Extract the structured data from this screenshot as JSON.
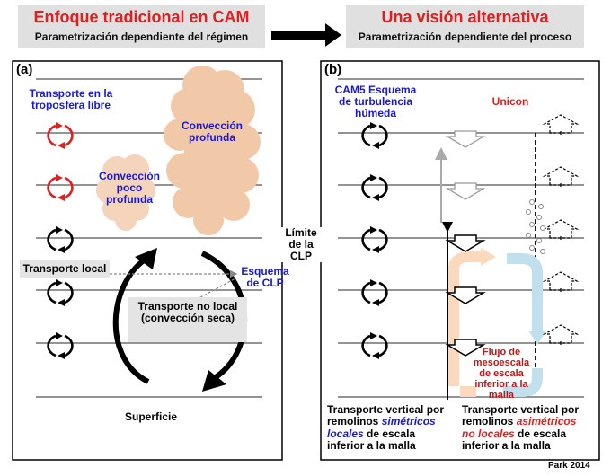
{
  "header": {
    "left_title": "Enfoque tradicional en CAM",
    "left_subtitle": "Parametrización dependiente del régimen",
    "right_title": "Una visión alternativa",
    "right_subtitle": "Parametrización dependiente del proceso"
  },
  "left_panel": {
    "label": "(a)",
    "free_troposphere": "Transporte en la troposfera libre",
    "deep_convection": "Convección profunda",
    "shallow_convection": "Convección poco profunda",
    "local_transport": "Transporte local",
    "pbl_scheme": "Esquema de CLP",
    "nonlocal_transport": "Transporte no local (convección seca)",
    "surface": "Superficie"
  },
  "middle": {
    "pbl_top": "Límite de la CLP"
  },
  "right_panel": {
    "label": "(b)",
    "cam5_scheme": "CAM5 Esquema de turbulencia húmeda",
    "unicon": "Unicon",
    "mesoscale_flow": "Flujo de mesoescala de escala inferior a la malla",
    "caption_symmetric": {
      "line1": "Transporte vertical por",
      "line2_pre": "remolinos ",
      "line2_em": "simétricos",
      "line3_em": "locales",
      "line3_post": " de escala",
      "line4": "inferior a la malla"
    },
    "caption_asymmetric": {
      "line1": "Transporte vertical por",
      "line2_pre": "remolinos ",
      "line2_em": "asimétricos",
      "line3_em": "no locales",
      "line3_post": " de escala",
      "line4": "inferior a la malla"
    }
  },
  "credit": "Park 2014",
  "colors": {
    "title_red": "#e02020",
    "label_blue": "#1a1ad6",
    "deep_cloud": "#f2c9a8",
    "shallow_cloud": "#f4d4bb",
    "updraft_orange": "#fbd9bd",
    "downdraft_blue": "#bfe0ec",
    "box_gray": "#e4e4e4"
  }
}
